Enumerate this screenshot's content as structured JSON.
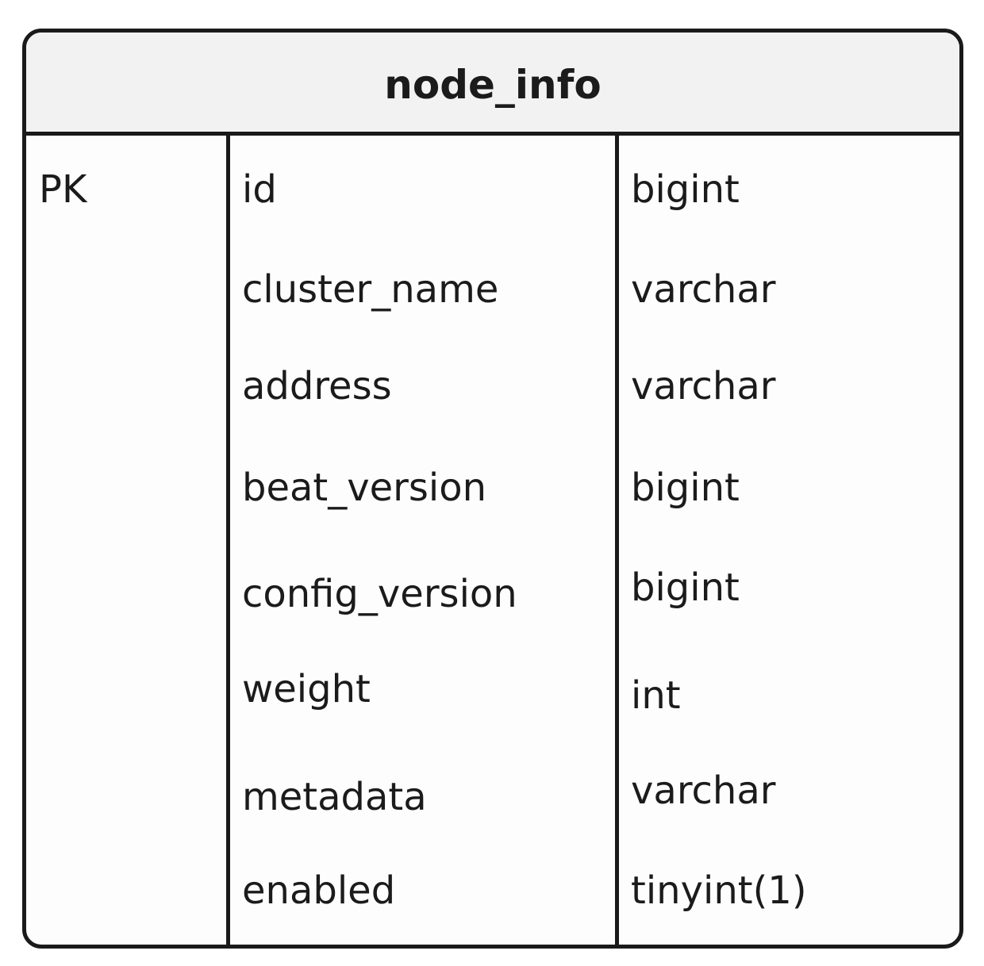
{
  "table": {
    "name": "node_info",
    "rows": [
      {
        "key": "PK",
        "field": "id",
        "type": "bigint"
      },
      {
        "key": "",
        "field": "cluster_name",
        "type": "varchar"
      },
      {
        "key": "",
        "field": "address",
        "type": "varchar"
      },
      {
        "key": "",
        "field": "beat_version",
        "type": "bigint"
      },
      {
        "key": "",
        "field": "config_version",
        "type": "bigint"
      },
      {
        "key": "",
        "field": "weight",
        "type": "int"
      },
      {
        "key": "",
        "field": "metadata",
        "type": "varchar"
      },
      {
        "key": "",
        "field": "enabled",
        "type": "tinyint(1)"
      }
    ]
  }
}
